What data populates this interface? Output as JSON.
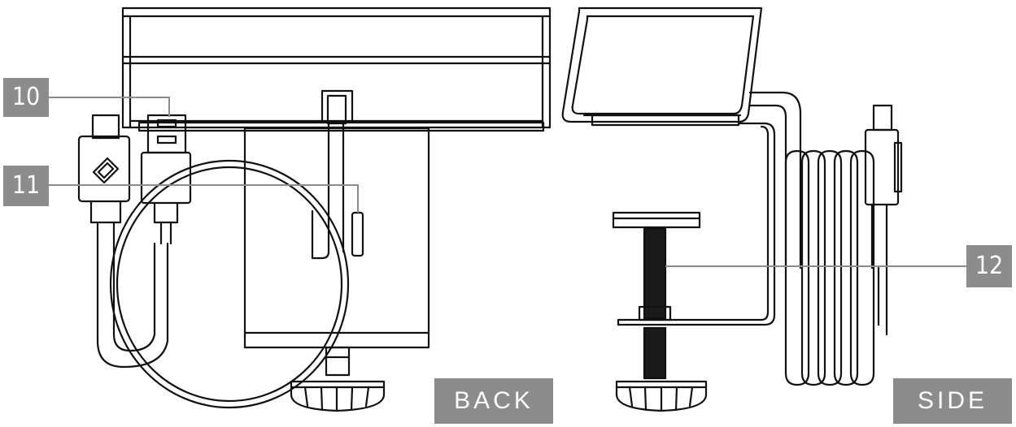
{
  "callouts": {
    "c10": "10",
    "c11": "11",
    "c12": "12"
  },
  "views": {
    "back": "BACK",
    "side": "SIDE"
  },
  "colors": {
    "ink": "#111111",
    "callout_bg": "#8c8c8c",
    "leader": "#8c8c8c",
    "thread": "#1a1a1a"
  }
}
